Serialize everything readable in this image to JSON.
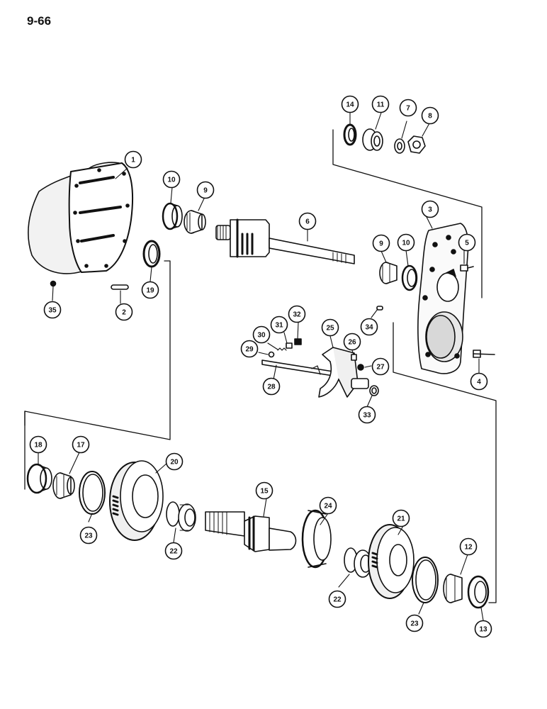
{
  "page": {
    "number": "9-66"
  },
  "diagram": {
    "callouts": [
      "1",
      "2",
      "3",
      "4",
      "5",
      "6",
      "7",
      "8",
      "9",
      "9",
      "10",
      "10",
      "11",
      "12",
      "13",
      "14",
      "15",
      "17",
      "18",
      "19",
      "20",
      "21",
      "22",
      "22",
      "23",
      "23",
      "24",
      "25",
      "26",
      "27",
      "28",
      "29",
      "30",
      "31",
      "32",
      "33",
      "34",
      "35"
    ]
  }
}
